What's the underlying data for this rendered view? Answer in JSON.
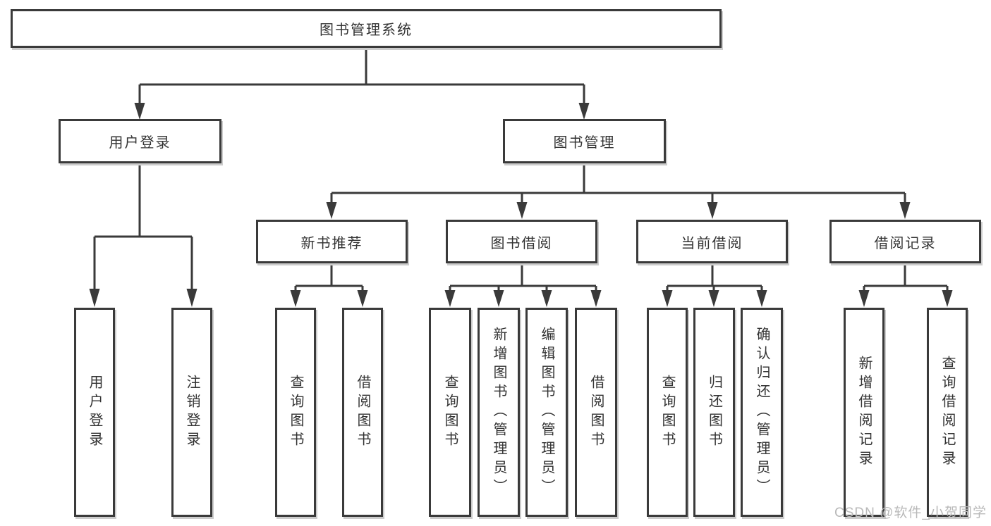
{
  "colors": {
    "background": "#ffffff",
    "line": "#3a3a3a",
    "box_border": "#3a3a3a",
    "text": "#333333",
    "box_shadow": "#cccccc",
    "watermark": "#b9b9b9"
  },
  "tree": {
    "root": "图书管理系统",
    "branches": [
      {
        "label": "用户登录",
        "children": [
          "用户登录",
          "注销登录"
        ]
      },
      {
        "label": "图书管理",
        "groups": [
          {
            "label": "新书推荐",
            "children": [
              "查询图书",
              "借阅图书"
            ]
          },
          {
            "label": "图书借阅",
            "children": [
              "查询图书",
              "新增图书（管理员）",
              "编辑图书（管理员）",
              "借阅图书"
            ]
          },
          {
            "label": "当前借阅",
            "children": [
              "查询图书",
              "归还图书",
              "确认归还（管理员）"
            ]
          },
          {
            "label": "借阅记录",
            "children": [
              "新增借阅记录",
              "查询借阅记录"
            ]
          }
        ]
      }
    ]
  },
  "watermark": "CSDN @软件_小贺同学"
}
